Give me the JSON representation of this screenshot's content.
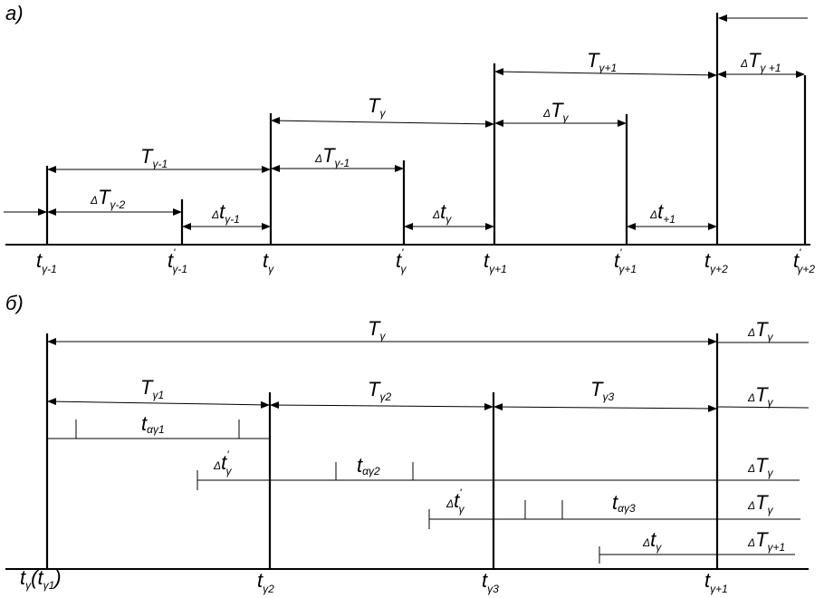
{
  "panels": {
    "a": "а)",
    "b": "б)"
  },
  "a": {
    "ticks": [
      {
        "main": "t",
        "sub": "γ-1",
        "prime": ""
      },
      {
        "main": "t",
        "sub": "γ-1",
        "prime": "'"
      },
      {
        "main": "t",
        "sub": "γ",
        "prime": ""
      },
      {
        "main": "t",
        "sub": "γ",
        "prime": "'"
      },
      {
        "main": "t",
        "sub": "γ+1",
        "prime": ""
      },
      {
        "main": "t",
        "sub": "γ+1",
        "prime": "'"
      },
      {
        "main": "t",
        "sub": "γ+2",
        "prime": ""
      },
      {
        "main": "t",
        "sub": "γ+2",
        "prime": "'"
      }
    ],
    "intervals": [
      {
        "delta": "",
        "main": "T",
        "sub": "γ-1"
      },
      {
        "delta": "",
        "main": "T",
        "sub": "γ"
      },
      {
        "delta": "",
        "main": "T",
        "sub": "γ+1"
      },
      {
        "delta": "Δ",
        "main": "T",
        "sub": "γ-2"
      },
      {
        "delta": "Δ",
        "main": "T",
        "sub": "γ-1"
      },
      {
        "delta": "Δ",
        "main": "T",
        "sub": "γ"
      },
      {
        "delta": "Δ",
        "main": "T",
        "sub": "γ +1"
      },
      {
        "delta": "Δ",
        "main": "t",
        "sub": "γ-1"
      },
      {
        "delta": "Δ",
        "main": "t",
        "sub": "γ"
      },
      {
        "delta": "Δ",
        "main": "t",
        "sub": "+1"
      }
    ]
  },
  "b": {
    "ticks": [
      {
        "main": "t",
        "sub": "γ",
        "extra": "(t",
        "extra_sub": "γ1",
        "close": ")"
      },
      {
        "main": "t",
        "sub": "γ2"
      },
      {
        "main": "t",
        "sub": "γ3"
      },
      {
        "main": "t",
        "sub": "γ+1"
      }
    ],
    "periods": [
      {
        "main": "T",
        "sub": "γ"
      },
      {
        "main": "T",
        "sub": "γ1"
      },
      {
        "main": "T",
        "sub": "γ2"
      },
      {
        "main": "T",
        "sub": "γ3"
      }
    ],
    "activity": [
      {
        "main": "t",
        "sub": "αγ1"
      },
      {
        "main": "t",
        "sub": "αγ2"
      },
      {
        "main": "t",
        "sub": "αγ3"
      }
    ],
    "shifts": [
      {
        "delta": "Δ",
        "main": "t",
        "prime": "'",
        "sub": "γ"
      },
      {
        "delta": "Δ",
        "main": "t",
        "prime": "'",
        "sub": "γ"
      },
      {
        "delta": "Δ",
        "main": "t",
        "prime": "",
        "sub": "γ"
      }
    ],
    "right_labels": [
      {
        "delta": "Δ",
        "main": "T",
        "sub": "γ"
      },
      {
        "delta": "Δ",
        "main": "T",
        "sub": "γ"
      },
      {
        "delta": "Δ",
        "main": "T",
        "sub": "γ"
      },
      {
        "delta": "Δ",
        "main": "T",
        "sub": "γ"
      },
      {
        "delta": "Δ",
        "main": "T",
        "sub": "γ+1"
      }
    ]
  }
}
